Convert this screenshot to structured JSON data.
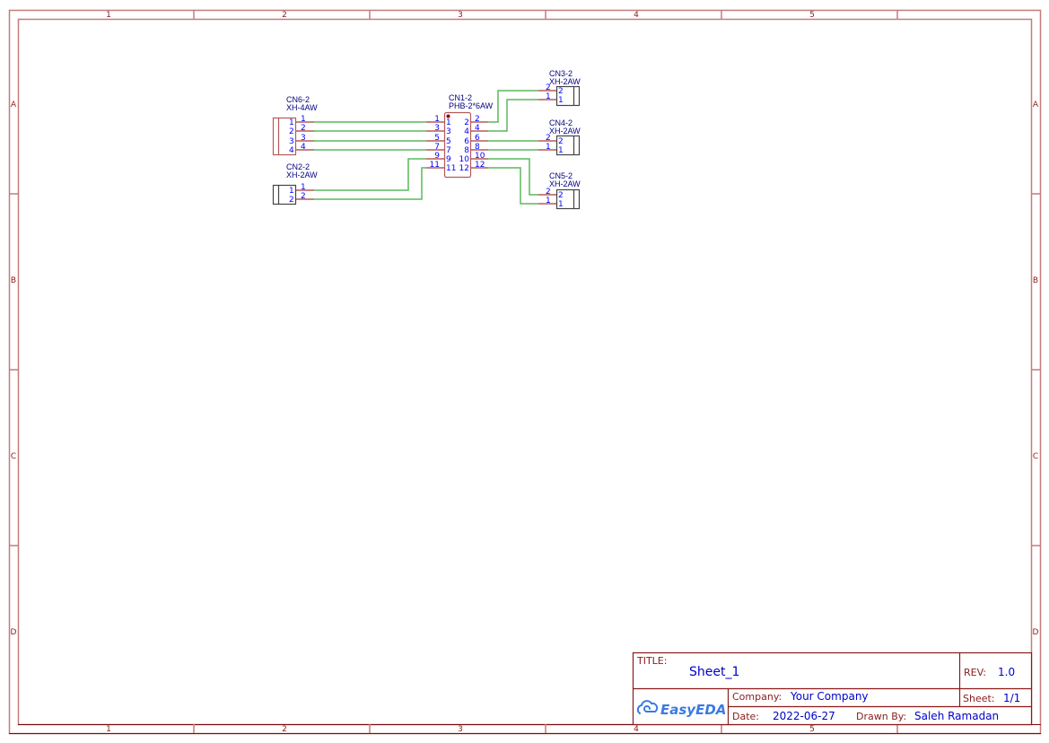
{
  "sheet": {
    "columns": [
      "1",
      "2",
      "3",
      "4",
      "5"
    ],
    "rows": [
      "A",
      "B",
      "C",
      "D"
    ]
  },
  "components": {
    "cn6": {
      "ref": "CN6-2",
      "value": "XH-4AW",
      "pins_left": [
        "1",
        "2",
        "3",
        "4"
      ],
      "pins_right": [
        "1",
        "2",
        "3",
        "4"
      ]
    },
    "cn2": {
      "ref": "CN2-2",
      "value": "XH-2AW",
      "pins_left": [
        "1",
        "2"
      ],
      "pins_right": [
        "1",
        "2"
      ]
    },
    "cn1": {
      "ref": "CN1-2",
      "value": "PHB-2*6AW",
      "left_outer": [
        "1",
        "3",
        "5",
        "7",
        "9",
        "11"
      ],
      "left_inner": [
        "1",
        "3",
        "5",
        "7",
        "9",
        "11"
      ],
      "right_inner": [
        "2",
        "4",
        "6",
        "8",
        "10",
        "12"
      ],
      "right_outer": [
        "2",
        "4",
        "6",
        "8",
        "10",
        "12"
      ]
    },
    "cn3": {
      "ref": "CN3-2",
      "value": "XH-2AW",
      "pins_outer": [
        "2",
        "1"
      ],
      "pins_inner": [
        "2",
        "1"
      ]
    },
    "cn4": {
      "ref": "CN4-2",
      "value": "XH-2AW",
      "pins_outer": [
        "2",
        "1"
      ],
      "pins_inner": [
        "2",
        "1"
      ]
    },
    "cn5": {
      "ref": "CN5-2",
      "value": "XH-2AW",
      "pins_outer": [
        "2",
        "1"
      ],
      "pins_inner": [
        "2",
        "1"
      ]
    }
  },
  "title_block": {
    "title_label": "TITLE:",
    "title": "Sheet_1",
    "rev_label": "REV:",
    "rev": "1.0",
    "company_label": "Company:",
    "company": "Your Company",
    "sheet_label": "Sheet:",
    "sheet": "1/1",
    "date_label": "Date:",
    "date": "2022-06-27",
    "drawn_by_label": "Drawn By:",
    "drawn_by": "Saleh Ramadan",
    "logo": "EasyEDA"
  },
  "colors": {
    "frame": "#c47b7b",
    "frame_dark": "#7a0a0a",
    "wire": "#5cb85c",
    "pin": "#b55a5a",
    "pin_text": "#0000ff",
    "logo": "#3a7be0"
  }
}
